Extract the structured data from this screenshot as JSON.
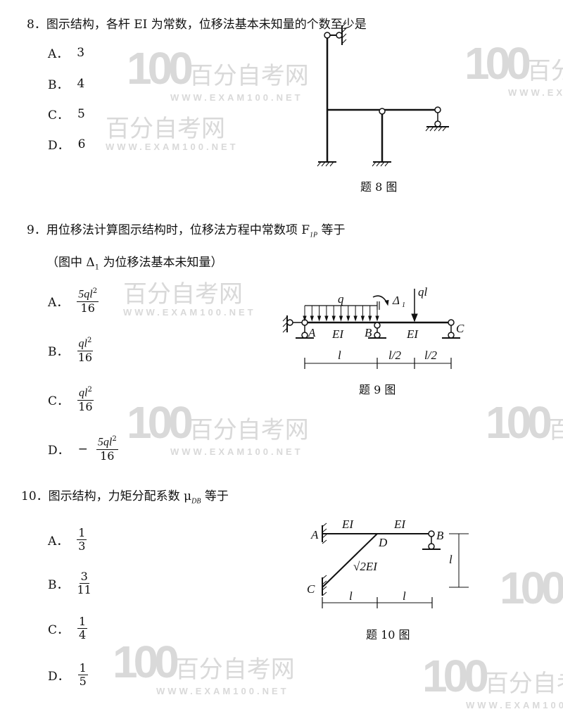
{
  "watermark": {
    "logo": "100",
    "name": "百分自考网",
    "url": "WWW.EXAM100.NET"
  },
  "q8": {
    "number": "8．",
    "text": "图示结构，各杆 EI 为常数，位移法基本未知量的个数至少是",
    "options": [
      {
        "label": "A．",
        "value": "3"
      },
      {
        "label": "B．",
        "value": "4"
      },
      {
        "label": "C．",
        "value": "5"
      },
      {
        "label": "D．",
        "value": "6"
      }
    ],
    "caption": "题 8 图"
  },
  "q9": {
    "number": "9．",
    "text": "用位移法计算图示结构时，位移法方程中常数项 F",
    "sub": "1P",
    "text_end": " 等于",
    "note_pre": "（图中 Δ",
    "note_sub": "1",
    "note_post": " 为位移法基本未知量）",
    "options": [
      {
        "label": "A．",
        "sign": "",
        "num": "5ql",
        "exp": "2",
        "den": "16"
      },
      {
        "label": "B．",
        "sign": "",
        "num": "ql",
        "exp": "2",
        "den": "16"
      },
      {
        "label": "C．",
        "sign": "",
        "num": "ql",
        "exp": "2",
        "den": "16"
      },
      {
        "label": "D．",
        "sign": "−",
        "num": "5ql",
        "exp": "2",
        "den": "16"
      }
    ],
    "figure": {
      "q": "q",
      "delta": "Δ",
      "delta_sub": "1",
      "ql": "ql",
      "A": "A",
      "B": "B",
      "C": "C",
      "EI1": "EI",
      "EI2": "EI",
      "l": "l",
      "l2a": "l/2",
      "l2b": "l/2"
    },
    "caption": "题 9 图"
  },
  "q10": {
    "number": "10．",
    "text": "图示结构，力矩分配系数 μ",
    "sub": "DB",
    "text_end": " 等于",
    "options": [
      {
        "label": "A．",
        "num": "1",
        "den": "3"
      },
      {
        "label": "B．",
        "num": "3",
        "den": "11"
      },
      {
        "label": "C．",
        "num": "1",
        "den": "4"
      },
      {
        "label": "D．",
        "num": "1",
        "den": "5"
      }
    ],
    "figure": {
      "A": "A",
      "B": "B",
      "C": "C",
      "D": "D",
      "EI1": "EI",
      "EI2": "EI",
      "EI3": "√2EI",
      "l1": "l",
      "l2": "l",
      "lv": "l"
    },
    "caption": "题 10 图"
  }
}
